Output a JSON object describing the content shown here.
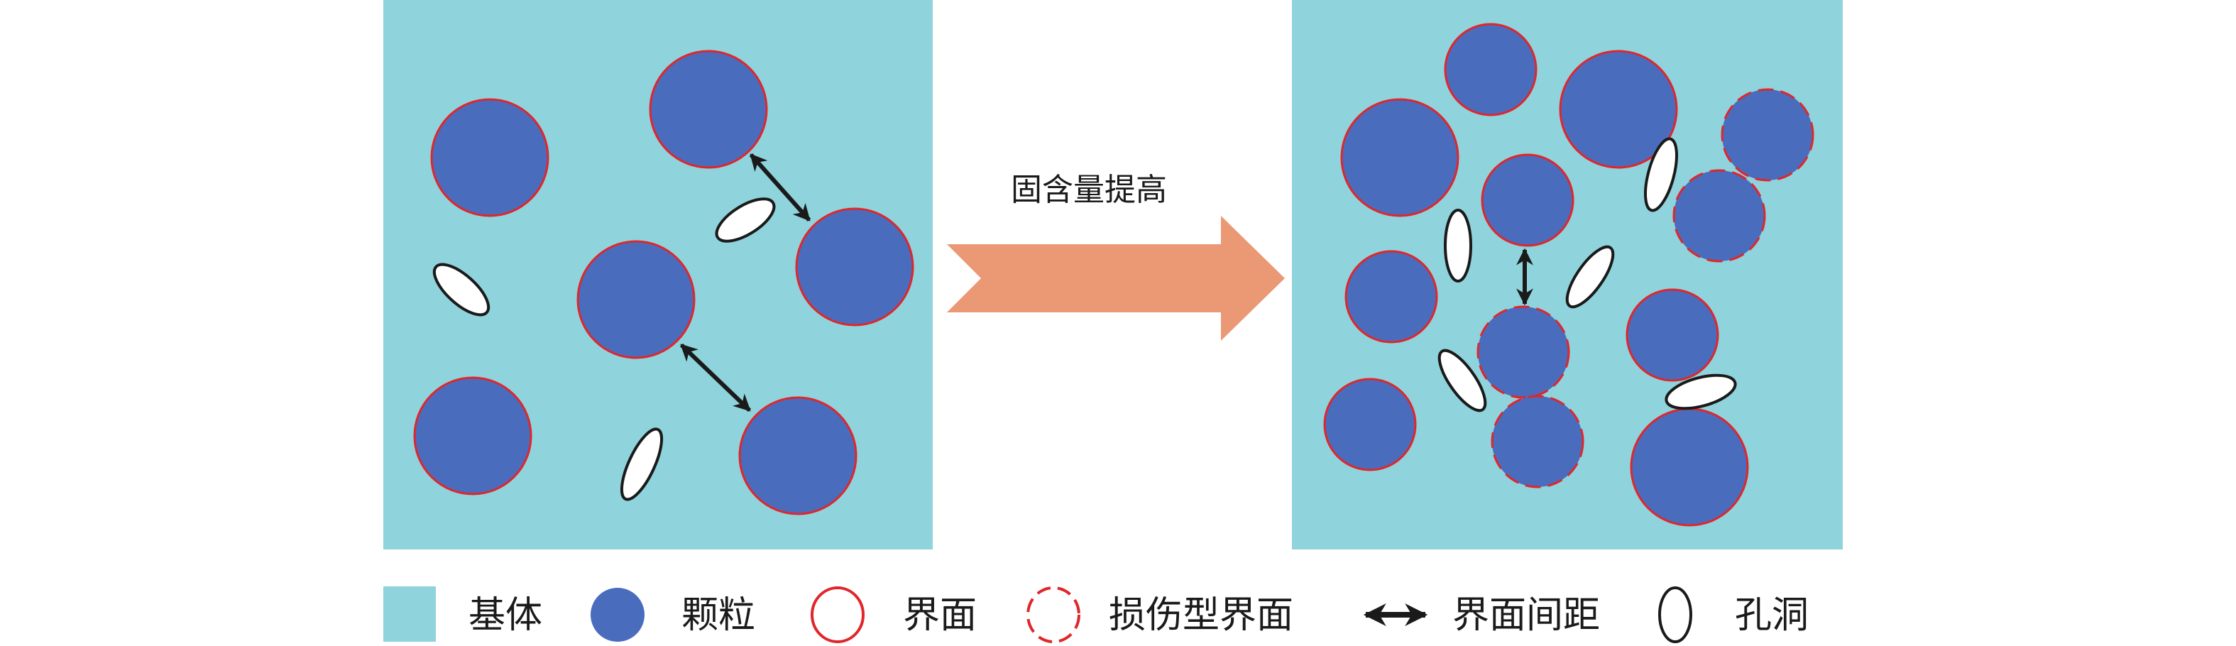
{
  "diagram": {
    "arrow_label": "固含量提高",
    "colors": {
      "matrix": "#8fd3dc",
      "particle": "#4a6cbd",
      "interface": "#e0262a",
      "arrow": "#eb9874",
      "pore_outline": "#1a1a1a"
    }
  },
  "legend": {
    "matrix": "基体",
    "particle": "颗粒",
    "interface": "界面",
    "damaged_interface": "损伤型界面",
    "interface_spacing": "界面间距",
    "pore": "孔洞"
  }
}
